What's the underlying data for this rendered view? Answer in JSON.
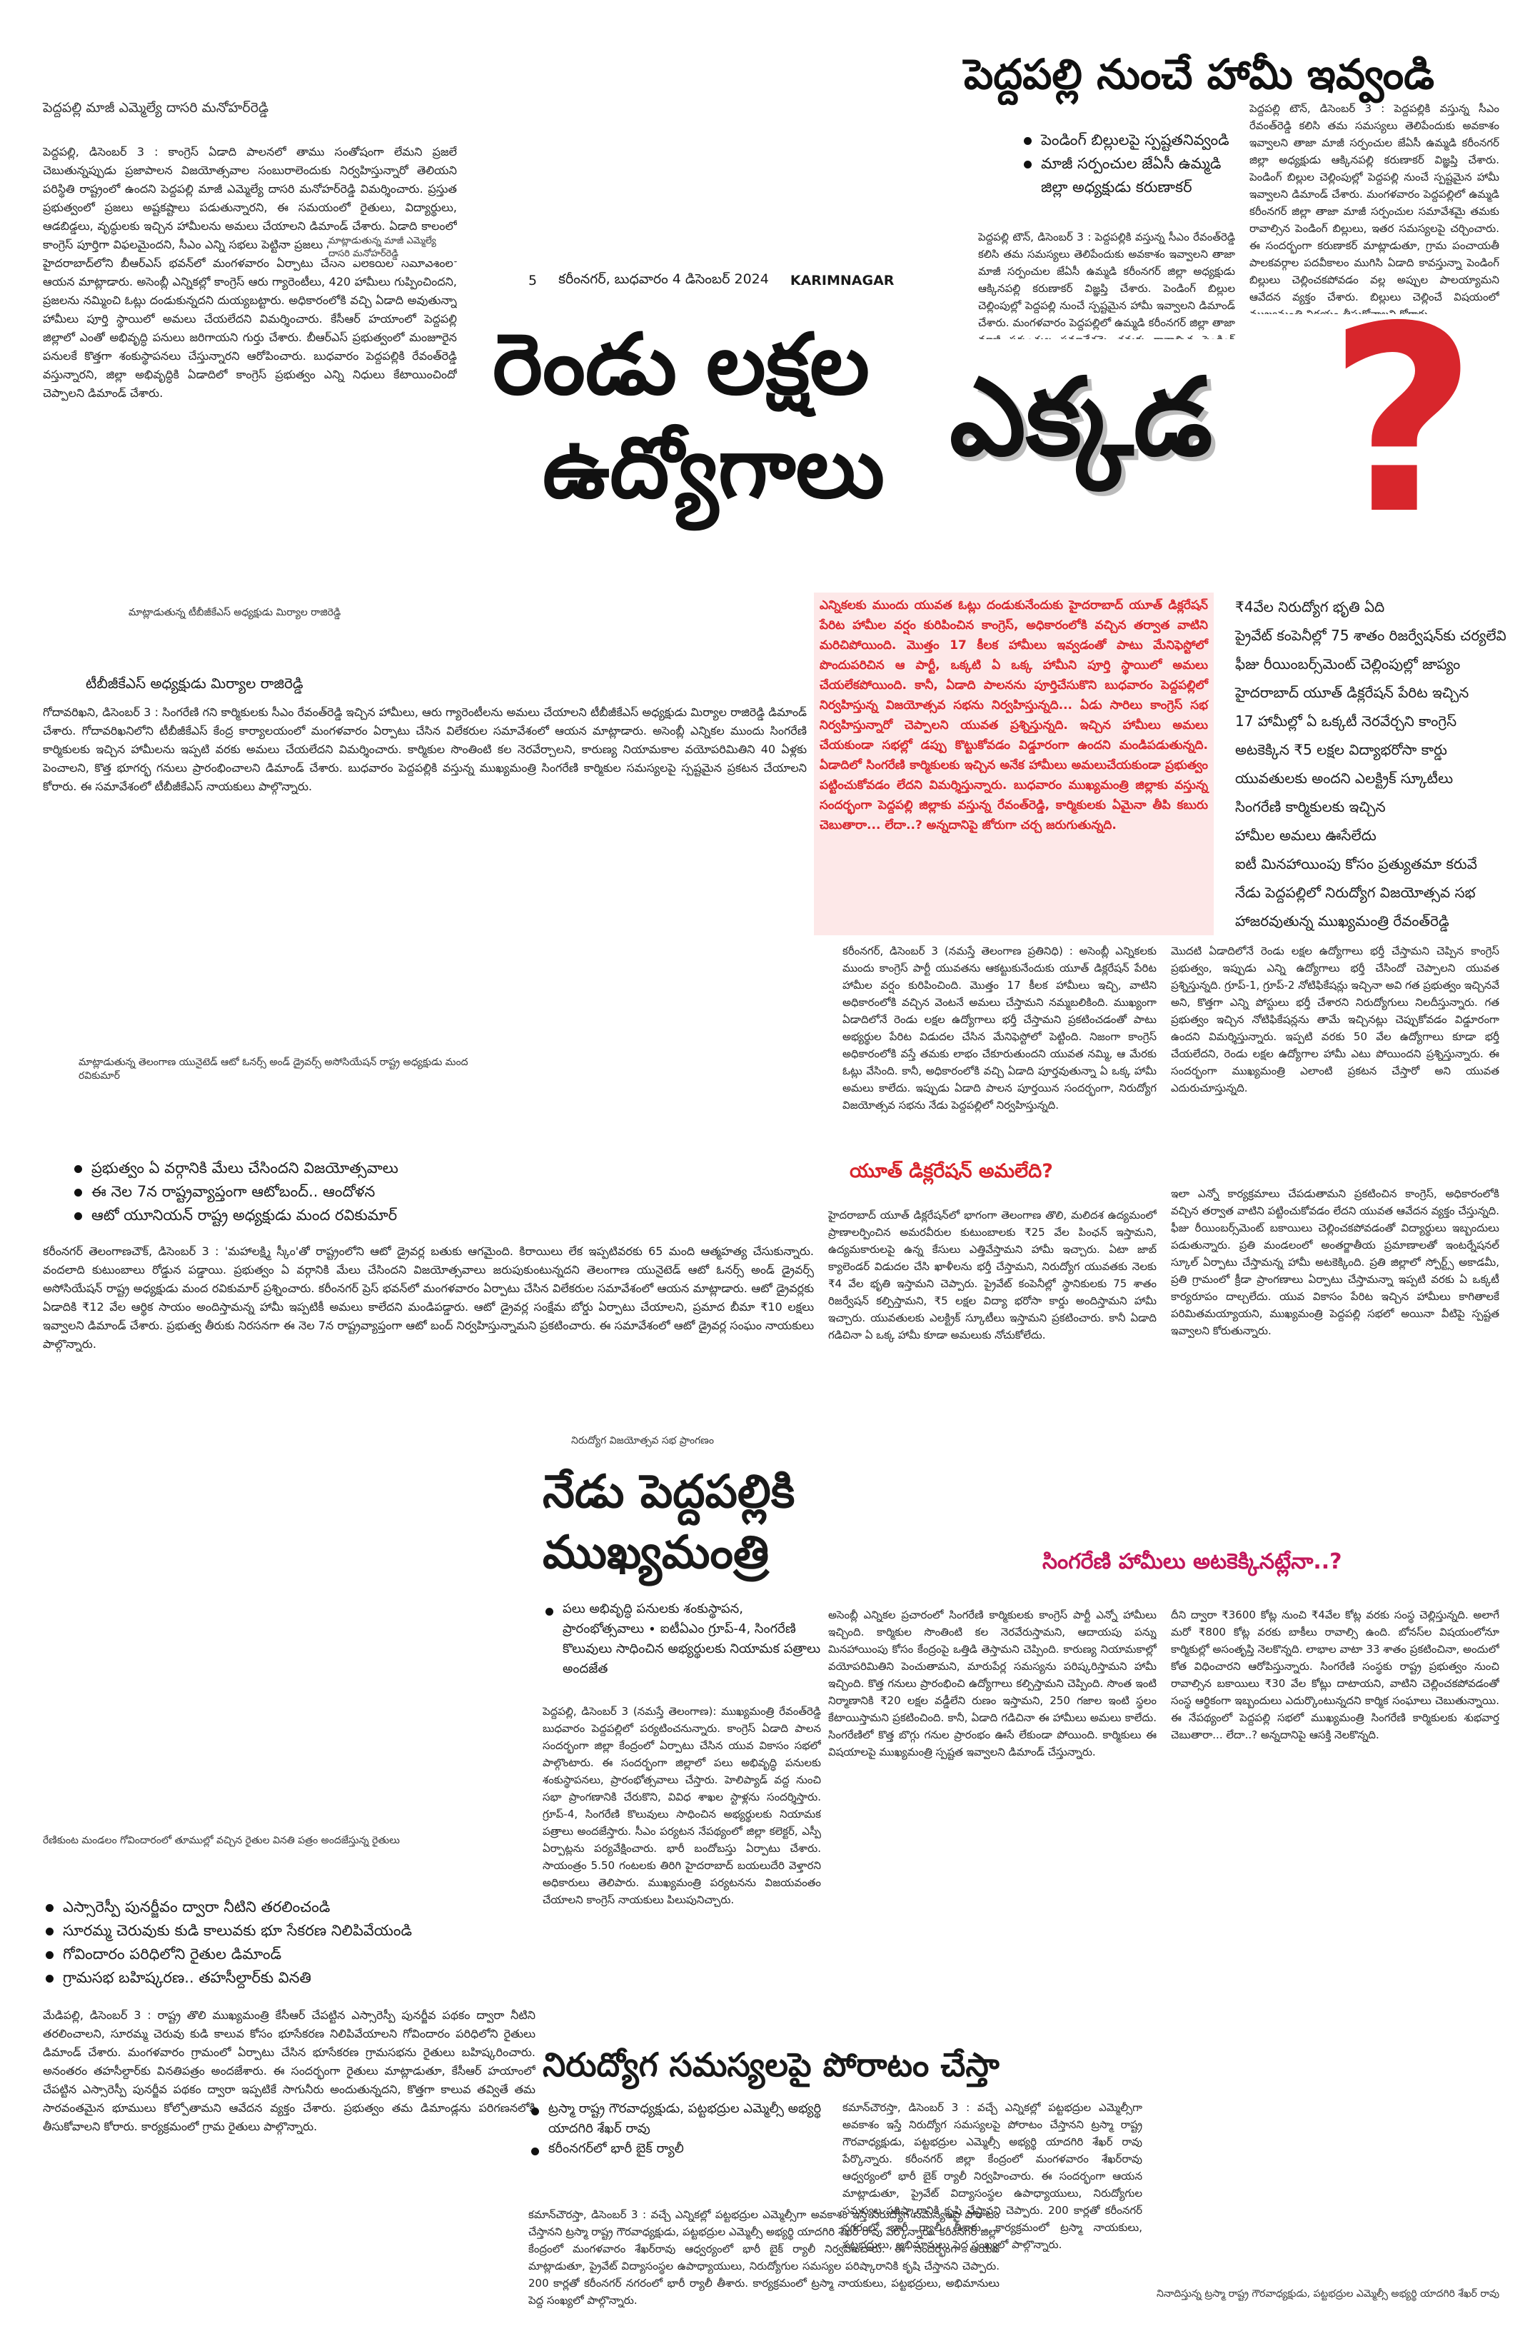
{
  "masthead": {
    "page_number": "5",
    "dateline": "కరీంనగర్, బుధవారం 4 డిసెంబర్ 2024",
    "edition": "KARIMNAGAR"
  },
  "story_peddapalli": {
    "headline": "పెద్దపల్లి నుంచే హామీ ఇవ్వండి",
    "bullets": [
      "పెండింగ్ బిల్లులపై స్పష్టతనివ్వండి",
      "మాజీ సర్పంచుల జేఏసీ ఉమ్మడి జిల్లా అధ్యక్షుడు కరుణాకర్"
    ],
    "body": "పెద్దపల్లి టౌన్, డిసెంబర్ 3 : పెద్దపల్లికి వస్తున్న సీఎం రేవంత్‌రెడ్డి కలిసి తమ సమస్యలు తెలిపేందుకు అవకాశం ఇవ్వాలని తాజా మాజీ సర్పంచుల జేఏసీ ఉమ్మడి కరీంనగర్ జిల్లా అధ్యక్షుడు ఆక్కినపల్లి కరుణాకర్ విజ్ఞప్తి చేశారు. పెండింగ్ బిల్లుల చెల్లింపుల్లో పెద్దపల్లి నుంచే స్పష్టమైన హామీ ఇవ్వాలని డిమాండ్ చేశారు. మంగళవారం పెద్దపల్లిలో ఉమ్మడి కరీంనగర్ జిల్లా తాజా మాజీ సర్పంచుల సమావేశమై తమకు రావాల్సిన పెండింగ్ బిల్లులు, ఇతర సమస్యలపై చర్చించారు. ఈ సందర్భంగా కరుణాకర్ మాట్లాడుతూ, గ్రామ పంచాయతీ పాలకవర్గాల పదవీకాలం ముగిసి ఏడాది కావస్తున్నా పెండింగ్ బిల్లులు చెల్లించకపోవడం వల్ల అప్పుల పాలయ్యామని ఆవేదన వ్యక్తం చేశారు. బిల్లులు చెల్లించే విషయంలో ముఖ్యమంత్రి నిర్ణయం తీసుకోవాలని కోరారు."
  },
  "story_dasari": {
    "caption": "పెద్దపల్లి మాజీ ఎమ్మెల్యే దాసరి మనోహర్‌రెడ్డి",
    "photo_caption": "మాట్లాడుతున్న మాజీ ఎమ్మెల్యే దాసరి మనోహర్‌రెడ్డి",
    "body": "పెద్దపల్లి, డిసెంబర్ 3 : కాంగ్రెస్ ఏడాది పాలనలో తాము సంతోషంగా లేమని ప్రజలే చెబుతున్నప్పుడు ప్రజాపాలన విజయోత్సవాల సంబురాలెందుకు నిర్వహిస్తున్నారో తెలియని పరిస్థితి రాష్ట్రంలో ఉందని పెద్దపల్లి మాజీ ఎమ్మెల్యే దాసరి మనోహర్‌రెడ్డి విమర్శించారు. ప్రస్తుత ప్రభుత్వంలో ప్రజలు అష్టకష్టాలు పడుతున్నారని, ఈ సమయంలో రైతులు, విద్యార్థులు, ఆడబిడ్డలు, వృద్ధులకు ఇచ్చిన హామీలను అమలు చేయాలని డిమాండ్ చేశారు. ఏడాది కాలంలో కాంగ్రెస్ పూర్తిగా విఫలమైందని, సీఎం ఎన్ని సభలు పెట్టినా ప్రజలు నమ్మే పరిస్థితి లేదని అన్నారు. హైదరాబాద్‌లోని బీఆర్ఎస్ భవన్‌లో మంగళవారం ఏర్పాటు చేసిన విలేకరుల సమావేశంలో ఆయన మాట్లాడారు. అసెంబ్లీ ఎన్నికల్లో కాంగ్రెస్ ఆరు గ్యారెంటీలు, 420 హామీలు గుప్పించిందని, ప్రజలను నమ్మించి ఓట్లు దండుకున్నదని దుయ్యబట్టారు. అధికారంలోకి వచ్చి ఏడాది అవుతున్నా హామీలు పూర్తి స్థాయిలో అమలు చేయలేదని విమర్శించారు. కేసీఆర్ హయాంలో పెద్దపల్లి జిల్లాలో ఎంతో అభివృద్ధి పనులు జరిగాయని గుర్తు చేశారు. బీఆర్ఎస్ ప్రభుత్వంలో మంజూరైన పనులకే కొత్తగా శంకుస్థాపనలు చేస్తున్నారని ఆరోపించారు. బుధవారం పెద్దపల్లికి రేవంత్‌రెడ్డి వస్తున్నారని, జిల్లా అభివృద్ధికి ఏడాదిలో కాంగ్రెస్ ప్రభుత్వం ఎన్ని నిధులు కేటాయించిందో చెప్పాలని డిమాండ్ చేశారు."
  },
  "main_story": {
    "headline_line1": "రెండు లక్షల",
    "headline_line2": "ఉద్యోగాలు",
    "headline_where": "ఎక్కడ",
    "question_mark": "?",
    "intro": "ఎన్నికలకు ముందు యువత ఓట్లు దండుకునేందుకు హైదరాబాద్ యూత్ డిక్లరేషన్ పేరిట హామీల వర్షం కురిపించిన కాంగ్రెస్, అధికారంలోకి వచ్చిన తర్వాత వాటిని మరిచిపోయింది. మొత్తం 17 కీలక హామీలు ఇవ్వడంతో పాటు మేనిఫెస్టోలో పొందుపరిచిన ఆ పార్టీ, ఒక్కటి ఏ ఒక్క హామీని పూర్తి స్థాయిలో అమలు చేయలేకపోయింది. కానీ, ఏడాది పాలనను పూర్తిచేసుకొని బుధవారం పెద్దపల్లిలో నిర్వహిస్తున్న విజయోత్సవ సభను నిర్వహిస్తున్నది... ఏడు సారిలు కాంగ్రెస్ సభ నిర్వహిస్తున్నారో చెప్పాలని యువత ప్రశ్నిస్తున్నది. ఇచ్చిన హామీలు అమలు చేయకుండా సభల్లో డప్పు కొట్టుకోవడం విడ్డూరంగా ఉందని మండిపడుతున్నది. ఏడాదిలో సింగరేణి కార్మికులకు ఇచ్చిన అనేక హామీలు అమలుచేయకుండా ప్రభుత్వం పట్టించుకోవడం లేదని విమర్శిస్తున్నారు. బుధవారం ముఖ్యమంత్రి జిల్లాకు వస్తున్న సందర్భంగా పెద్దపల్లి జిల్లాకు వస్తున్న రేవంత్‌రెడ్డి, కార్మికులకు ఏమైనా తీపి కబురు చెబుతారా... లేదా..? అన్నదానిపై జోరుగా చర్చ జరుగుతున్నది.",
    "promises": [
      "₹4వేల నిరుద్యోగ భృతి ఏది",
      "ప్రైవేట్ కంపెనీల్లో 75 శాతం రిజర్వేషన్‌కు చర్యలేవి",
      "ఫీజు రీయింబర్స్‌మెంట్ చెల్లింపుల్లో జాప్యం",
      "హైదరాబాద్ యూత్ డిక్లరేషన్ పేరిట ఇచ్చిన",
      "17 హామీల్లో ఏ ఒక్కటీ నెరవేర్చని కాంగ్రెస్",
      "అటకెక్కిన ₹5 లక్షల విద్యాభరోసా కార్డు",
      "యువతులకు అందని ఎలక్ట్రిక్ స్కూటీలు",
      "సింగరేణి కార్మికులకు ఇచ్చిన",
      "హామీల అమలు ఊసేలేదు",
      "ఐటీ మినహాయింపు కోసం ప్రత్యుతమా కరువే",
      "నేడు పెద్దపల్లిలో నిరుద్యోగ విజయోత్సవ సభ",
      "హాజరవుతున్న ముఖ్యమంత్రి రేవంత్‌రెడ్డి"
    ],
    "body_left": "కరీంనగర్, డిసెంబర్ 3 (నమస్తే తెలంగాణ ప్రతినిధి) : అసెంబ్లీ ఎన్నికలకు ముందు కాంగ్రెస్ పార్టీ యువతను ఆకట్టుకునేందుకు యూత్ డిక్లరేషన్ పేరిట హామీల వర్షం కురిపించింది. మొత్తం 17 కీలక హామీలు ఇచ్చి, వాటిని అధికారంలోకి వచ్చిన వెంటనే అమలు చేస్తామని నమ్మబలికింది. ముఖ్యంగా ఏడాదిలోనే రెండు లక్షల ఉద్యోగాలు భర్తీ చేస్తామని ప్రకటించడంతో పాటు అభ్యర్థుల పేరిట విడుదల చేసిన మేనిఫెస్టోలో పెట్టింది. నిజంగా కాంగ్రెస్ అధికారంలోకి వస్తే తమకు లాభం చేకూరుతుందని యువత నమ్మి, ఆ మేరకు ఓట్లు వేసింది. కానీ, అధికారంలోకి వచ్చి ఏడాది పూర్తవుతున్నా ఏ ఒక్క హామీ అమలు కాలేదు. ఇప్పుడు ఏడాది పాలన పూర్తయిన సందర్భంగా, నిరుద్యోగ విజయోత్సవ సభను నేడు పెద్దపల్లిలో నిర్వహిస్తున్నది.",
    "body_right": "మొదటి ఏడాదిలోనే రెండు లక్షల ఉద్యోగాలు భర్తీ చేస్తామని చెప్పిన కాంగ్రెస్ ప్రభుత్వం, ఇప్పుడు ఎన్ని ఉద్యోగాలు భర్తీ చేసిందో చెప్పాలని యువత ప్రశ్నిస్తున్నది. గ్రూప్-1, గ్రూప్-2 నోటిఫికేషన్లు ఇచ్చినా అవి గత ప్రభుత్వం ఇచ్చినవే అని, కొత్తగా ఎన్ని పోస్టులు భర్తీ చేశారని నిరుద్యోగులు నిలదీస్తున్నారు. గత ప్రభుత్వం ఇచ్చిన నోటిఫికేషన్లను తామే ఇచ్చినట్లు చెప్పుకోవడం విడ్డూరంగా ఉందని విమర్శిస్తున్నారు. ఇప్పటి వరకు 50 వేల ఉద్యోగాలు కూడా భర్తీ చేయలేదని, రెండు లక్షల ఉద్యోగాల హామీ ఎటు పోయిందని ప్రశ్నిస్తున్నారు. ఈ సందర్భంగా ముఖ్యమంత్రి ఎలాంటి ప్రకటన చేస్తారో అని యువత ఎదురుచూస్తున్నది."
  },
  "story_tbgks": {
    "photo_caption": "మాట్లాడుతున్న టీబీజీకేఎస్ అధ్యక్షుడు మిర్యాల రాజిరెడ్డి",
    "headline": "టీబీజీకేఎస్ అధ్యక్షుడు మిర్యాల రాజిరెడ్డి",
    "body": "గోదావరిఖని, డిసెంబర్ 3 : సింగరేణి గని కార్మికులకు సీఎం రేవంత్‌రెడ్డి ఇచ్చిన హామీలు, ఆరు గ్యారెంటీలను అమలు చేయాలని టీబీజీకేఎస్ అధ్యక్షుడు మిర్యాల రాజిరెడ్డి డిమాండ్ చేశారు. గోదావరిఖనిలోని టీబీజీకేఎస్ కేంద్ర కార్యాలయంలో మంగళవారం ఏర్పాటు చేసిన విలేకరుల సమావేశంలో ఆయన మాట్లాడారు. అసెంబ్లీ ఎన్నికల ముందు సింగరేణి కార్మికులకు ఇచ్చిన హామీలను ఇప్పటి వరకు అమలు చేయలేదని విమర్శించారు. కార్మికుల సొంతింటి కల నెరవేర్చాలని, కారుణ్య నియామకాల వయోపరిమితిని 40 ఏళ్లకు పెంచాలని, కొత్త భూగర్భ గనులు ప్రారంభించాలని డిమాండ్ చేశారు. బుధవారం పెద్దపల్లికి వస్తున్న ముఖ్యమంత్రి సింగరేణి కార్మికుల సమస్యలపై స్పష్టమైన ప్రకటన చేయాలని కోరారు. ఈ సమావేశంలో టీబీజీకేఎస్ నాయకులు పాల్గొన్నారు."
  },
  "story_auto": {
    "photo_caption": "మాట్లాడుతున్న తెలంగాణ యునైటెడ్ ఆటో ఓనర్స్ అండ్ డ్రైవర్స్ అసోసియేషన్ రాష్ట్ర అధ్యక్షుడు మంద రవికుమార్",
    "bullets": [
      "ప్రభుత్వం ఏ వర్గానికి మేలు చేసిందని విజయోత్సవాలు",
      "ఈ నెల 7న రాష్ట్రవ్యాప్తంగా ఆటోబంద్.. ఆందోళన",
      "ఆటో యూనియన్ రాష్ట్ర అధ్యక్షుడు మంద రవికుమార్"
    ],
    "body": "కరీంనగర్ తెలంగాణచౌక్, డిసెంబర్ 3 : 'మహాలక్ష్మి స్కీం'తో రాష్ట్రంలోని ఆటో డ్రైవర్ల బతుకు ఆగమైంది. కిరాయిలు లేక ఇప్పటివరకు 65 మంది ఆత్మహత్య చేసుకున్నారు. వందలాది కుటుంబాలు రోడ్డున పడ్డాయి. ప్రభుత్వం ఏ వర్గానికి మేలు చేసిందని విజయోత్సవాలు జరుపుకుంటున్నదని తెలంగాణ యునైటెడ్ ఆటో ఓనర్స్ అండ్ డ్రైవర్స్ అసోసియేషన్ రాష్ట్ర అధ్యక్షుడు మంద రవికుమార్ ప్రశ్నించారు. కరీంనగర్ ప్రెస్ భవన్‌లో మంగళవారం ఏర్పాటు చేసిన విలేకరుల సమావేశంలో ఆయన మాట్లాడారు. ఆటో డ్రైవర్లకు ఏడాదికి ₹12 వేల ఆర్థిక సాయం అందిస్తామన్న హామీ ఇప్పటికీ అమలు కాలేదని మండిపడ్డారు. ఆటో డ్రైవర్ల సంక్షేమ బోర్డు ఏర్పాటు చేయాలని, ప్రమాద బీమా ₹10 లక్షలు ఇవ్వాలని డిమాండ్ చేశారు. ప్రభుత్వ తీరుకు నిరసనగా ఈ నెల 7న రాష్ట్రవ్యాప్తంగా ఆటో బంద్ నిర్వహిస్తున్నామని ప్రకటించారు. ఈ సమావేశంలో ఆటో డ్రైవర్ల సంఘం నాయకులు పాల్గొన్నారు."
  },
  "story_youth_decl": {
    "headline": "యూత్ డిక్లరేషన్ అమలేది?",
    "body_left": "హైదరాబాద్ యూత్ డిక్లరేషన్‌లో భాగంగా తెలంగాణ తొలి, మలిదశ ఉద్యమంలో ప్రాణాలర్పించిన అమరవీరుల కుటుంబాలకు ₹25 వేల పింఛన్ ఇస్తామని, ఉద్యమకారులపై ఉన్న కేసులు ఎత్తివేస్తామని హామీ ఇచ్చారు. ఏటా జాబ్ క్యాలెండర్ విడుదల చేసి ఖాళీలను భర్తీ చేస్తామని, నిరుద్యోగ యువతకు నెలకు ₹4 వేల భృతి ఇస్తామని చెప్పారు. ప్రైవేట్ కంపెనీల్లో స్థానికులకు 75 శాతం రిజర్వేషన్ కల్పిస్తామని, ₹5 లక్షల విద్యా భరోసా కార్డు అందిస్తామని హామీ ఇచ్చారు. యువతులకు ఎలక్ట్రిక్ స్కూటీలు ఇస్తామని ప్రకటించారు. కానీ ఏడాది గడిచినా ఏ ఒక్క హామీ కూడా అమలుకు నోచుకోలేదు.",
    "body_right": "ఇలా ఎన్నో కార్యక్రమాలు చేపడుతామని ప్రకటించిన కాంగ్రెస్, అధికారంలోకి వచ్చిన తర్వాత వాటిని పట్టించుకోవడం లేదని యువత ఆవేదన వ్యక్తం చేస్తున్నది. ఫీజు రీయింబర్స్‌మెంట్ బకాయిలు చెల్లించకపోవడంతో విద్యార్థులు ఇబ్బందులు పడుతున్నారు. ప్రతి మండలంలో అంతర్జాతీయ ప్రమాణాలతో ఇంటర్నేషనల్ స్కూల్ ఏర్పాటు చేస్తామన్న హామీ అటకెక్కింది. ప్రతి జిల్లాలో స్పోర్ట్స్ అకాడమీ, ప్రతి గ్రామంలో క్రీడా ప్రాంగణాలు ఏర్పాటు చేస్తామన్నా ఇప్పటి వరకు ఏ ఒక్కటీ కార్యరూపం దాల్చలేదు. యువ వికాసం పేరిట ఇచ్చిన హామీలు కాగితాలకే పరిమితమయ్యాయని, ముఖ్యమంత్రి పెద్దపల్లి సభలో అయినా వీటిపై స్పష్టత ఇవ్వాలని కోరుతున్నారు."
  },
  "story_cm": {
    "kicker": "నిరుద్యోగ విజయోత్సవ సభ ప్రాంగణం",
    "headline_line1": "నేడు పెద్దపల్లికి",
    "headline_line2": "ముఖ్యమంత్రి",
    "bullet": "పలు అభివృద్ధి పనులకు శంకుస్థాపన, ప్రారంభోత్సవాలు ∙ ఐటీఏఎం గ్రూప్-4, సింగరేణి కొలువులు సాధించిన అభ్యర్థులకు నియామక పత్రాలు అందజేత",
    "body": "పెద్దపల్లి, డిసెంబర్ 3 (నమస్తే తెలంగాణ): ముఖ్యమంత్రి రేవంత్‌రెడ్డి బుధవారం పెద్దపల్లిలో పర్యటించనున్నారు. కాంగ్రెస్ ఏడాది పాలన సందర్భంగా జిల్లా కేంద్రంలో ఏర్పాటు చేసిన యువ వికాసం సభలో పాల్గొంటారు. ఈ సందర్భంగా జిల్లాలో పలు అభివృద్ధి పనులకు శంకుస్థాపనలు, ప్రారంభోత్సవాలు చేస్తారు. హెలిప్యాడ్ వద్ద నుంచి సభా ప్రాంగణానికి చేరుకొని, వివిధ శాఖల స్టాళ్లను సందర్శిస్తారు. గ్రూప్-4, సింగరేణి కొలువులు సాధించిన అభ్యర్థులకు నియామక పత్రాలు అందజేస్తారు. సీఎం పర్యటన నేపథ్యంలో జిల్లా కలెక్టర్, ఎస్పీ ఏర్పాట్లను పర్యవేక్షించారు. భారీ బందోబస్తు ఏర్పాటు చేశారు. సాయంత్రం 5.50 గంటలకు తిరిగి హైదరాబాద్ బయలుదేరి వెళ్తారని అధికారులు తెలిపారు. ముఖ్యమంత్రి పర్యటనను విజయవంతం చేయాలని కాంగ్రెస్ నాయకులు పిలుపునిచ్చారు."
  },
  "story_singareni": {
    "headline": "సింగరేణి హామీలు అటకెక్కినట్లేనా..?",
    "body_left": "అసెంబ్లీ ఎన్నికల ప్రచారంలో సింగరేణి కార్మికులకు కాంగ్రెస్ పార్టీ ఎన్నో హామీలు ఇచ్చింది. కార్మికుల సొంతింటి కల నెరవేరుస్తామని, ఆదాయపు పన్ను మినహాయింపు కోసం కేంద్రంపై ఒత్తిడి తెస్తామని చెప్పింది. కారుణ్య నియామకాల్లో వయోపరిమితిని పెంచుతామని, మారుపేర్ల సమస్యను పరిష్కరిస్తామని హామీ ఇచ్చింది. కొత్త గనులు ప్రారంభించి ఉద్యోగాలు కల్పిస్తామని చెప్పింది. సొంత ఇంటి నిర్మాణానికి ₹20 లక్షల వడ్డీలేని రుణం ఇస్తామని, 250 గజాల ఇంటి స్థలం కేటాయిస్తామని ప్రకటించింది. కానీ, ఏడాది గడిచినా ఈ హామీలు అమలు కాలేదు. సింగరేణిలో కొత్త బొగ్గు గనుల ప్రారంభం ఊసే లేకుండా పోయింది. కార్మికులు ఈ విషయాలపై ముఖ్యమంత్రి స్పష్టత ఇవ్వాలని డిమాండ్ చేస్తున్నారు.",
    "body_right": "దీని ద్వారా ₹3600 కోట్ల నుంచి ₹4వేల కోట్ల వరకు సంస్థ చెల్లిస్తున్నది. అలాగే మరో ₹800 కోట్ల వరకు బాకీలు రావాల్సి ఉంది. బోనస్‌ల విషయంలోనూ కార్మికుల్లో అసంతృప్తి నెలకొన్నది. లాభాల వాటా 33 శాతం ప్రకటించినా, అందులో కోత విధించారని ఆరోపిస్తున్నారు. సింగరేణి సంస్థకు రాష్ట్ర ప్రభుత్వం నుంచి రావాల్సిన బకాయిలు ₹30 వేల కోట్లు దాటాయని, వాటిని చెల్లించకపోవడంతో సంస్థ ఆర్థికంగా ఇబ్బందులు ఎదుర్కొంటున్నదని కార్మిక సంఘాలు చెబుతున్నాయి. ఈ నేపథ్యంలో పెద్దపల్లి సభలో ముఖ్యమంత్రి సింగరేణి కార్మికులకు శుభవార్త చెబుతారా... లేదా..? అన్నదానిపై ఆసక్తి నెలకొన్నది."
  },
  "story_srsp": {
    "photo_caption": "రేణికుంట మండలం గోవిందారంలో తూముల్లో వచ్చిన రైతుల వినతి పత్రం అందజేస్తున్న రైతులు",
    "bullets": [
      "ఎస్సారెస్పీ పునర్జీవం ద్వారా నీటిని తరలించండి",
      "సూరమ్మ చెరువుకు కుడి కాలువకు భూ సేకరణ నిలిపివేయండి",
      "గోవిందారం పరిధిలోని రైతుల డిమాండ్",
      "గ్రామసభ బహిష్కరణ.. తహసీల్దార్‌కు వినతి"
    ],
    "body": "మేడిపల్లి, డిసెంబర్ 3 : రాష్ట్ర తొలి ముఖ్యమంత్రి కేసీఆర్ చేపట్టిన ఎస్సారెస్పీ పునర్జీవ పథకం ద్వారా నీటిని తరలించాలని, సూరమ్మ చెరువు కుడి కాలువ కోసం భూసేకరణ నిలిపివేయాలని గోవిందారం పరిధిలోని రైతులు డిమాండ్ చేశారు. మంగళవారం గ్రామంలో ఏర్పాటు చేసిన భూసేకరణ గ్రామసభను రైతులు బహిష్కరించారు. అనంతరం తహసీల్దార్‌కు వినతిపత్రం అందజేశారు. ఈ సందర్భంగా రైతులు మాట్లాడుతూ, కేసీఆర్ హయాంలో చేపట్టిన ఎస్సారెస్పీ పునర్జీవ పథకం ద్వారా ఇప్పటికే సాగునీరు అందుతున్నదని, కొత్తగా కాలువ తవ్వితే తమ సారవంతమైన భూములు కోల్పోతామని ఆవేదన వ్యక్తం చేశారు. ప్రభుత్వం తమ డిమాండ్లను పరిగణనలోకి తీసుకోవాలని కోరారు. కార్యక్రమంలో గ్రామ రైతులు పాల్గొన్నారు."
  },
  "story_unemployment": {
    "headline": "నిరుద్యోగ సమస్యలపై పోరాటం చేస్తా",
    "bullets": [
      "ట్రస్మా రాష్ట్ర గౌరవాధ్యక్షుడు, పట్టభద్రుల ఎమ్మెల్సీ అభ్యర్థి యాదగిరి శేఖర్ రావు",
      "కరీంనగర్‌లో భారీ బైక్ ర్యాలీ"
    ],
    "body": "కమాన్‌చౌరస్తా, డిసెంబర్ 3 : వచ్చే ఎన్నికల్లో పట్టభద్రుల ఎమ్మెల్సీగా అవకాశం ఇస్తే నిరుద్యోగ సమస్యలపై పోరాటం చేస్తానని ట్రస్మా రాష్ట్ర గౌరవాధ్యక్షుడు, పట్టభద్రుల ఎమ్మెల్సీ అభ్యర్థి యాదగిరి శేఖర్ రావు పేర్కొన్నారు. కరీంనగర్ జిల్లా కేంద్రంలో మంగళవారం శేఖర్‌రావు ఆధ్వర్యంలో భారీ బైక్ ర్యాలీ నిర్వహించారు. ఈ సందర్భంగా ఆయన మాట్లాడుతూ, ప్రైవేట్ విద్యాసంస్థల ఉపాధ్యాయులు, నిరుద్యోగుల సమస్యల పరిష్కారానికి కృషి చేస్తానని చెప్పారు. 200 కార్లతో కరీంనగర్ నగరంలో భారీ ర్యాలీ తీశారు. కార్యక్రమంలో ట్రస్మా నాయకులు, పట్టభద్రులు, అభిమానులు పెద్ద సంఖ్యలో పాల్గొన్నారు.",
    "photo_caption": "నినాదిస్తున్న ట్రస్మా రాష్ట్ర గౌరవాధ్యక్షుడు, పట్టభద్రుల ఎమ్మెల్సీ అభ్యర్థి యాదగిరి శేఖర్ రావు"
  },
  "colors": {
    "accent_red": "#d8262c",
    "black": "#111111",
    "highlight_bg": "#fde8e8"
  }
}
